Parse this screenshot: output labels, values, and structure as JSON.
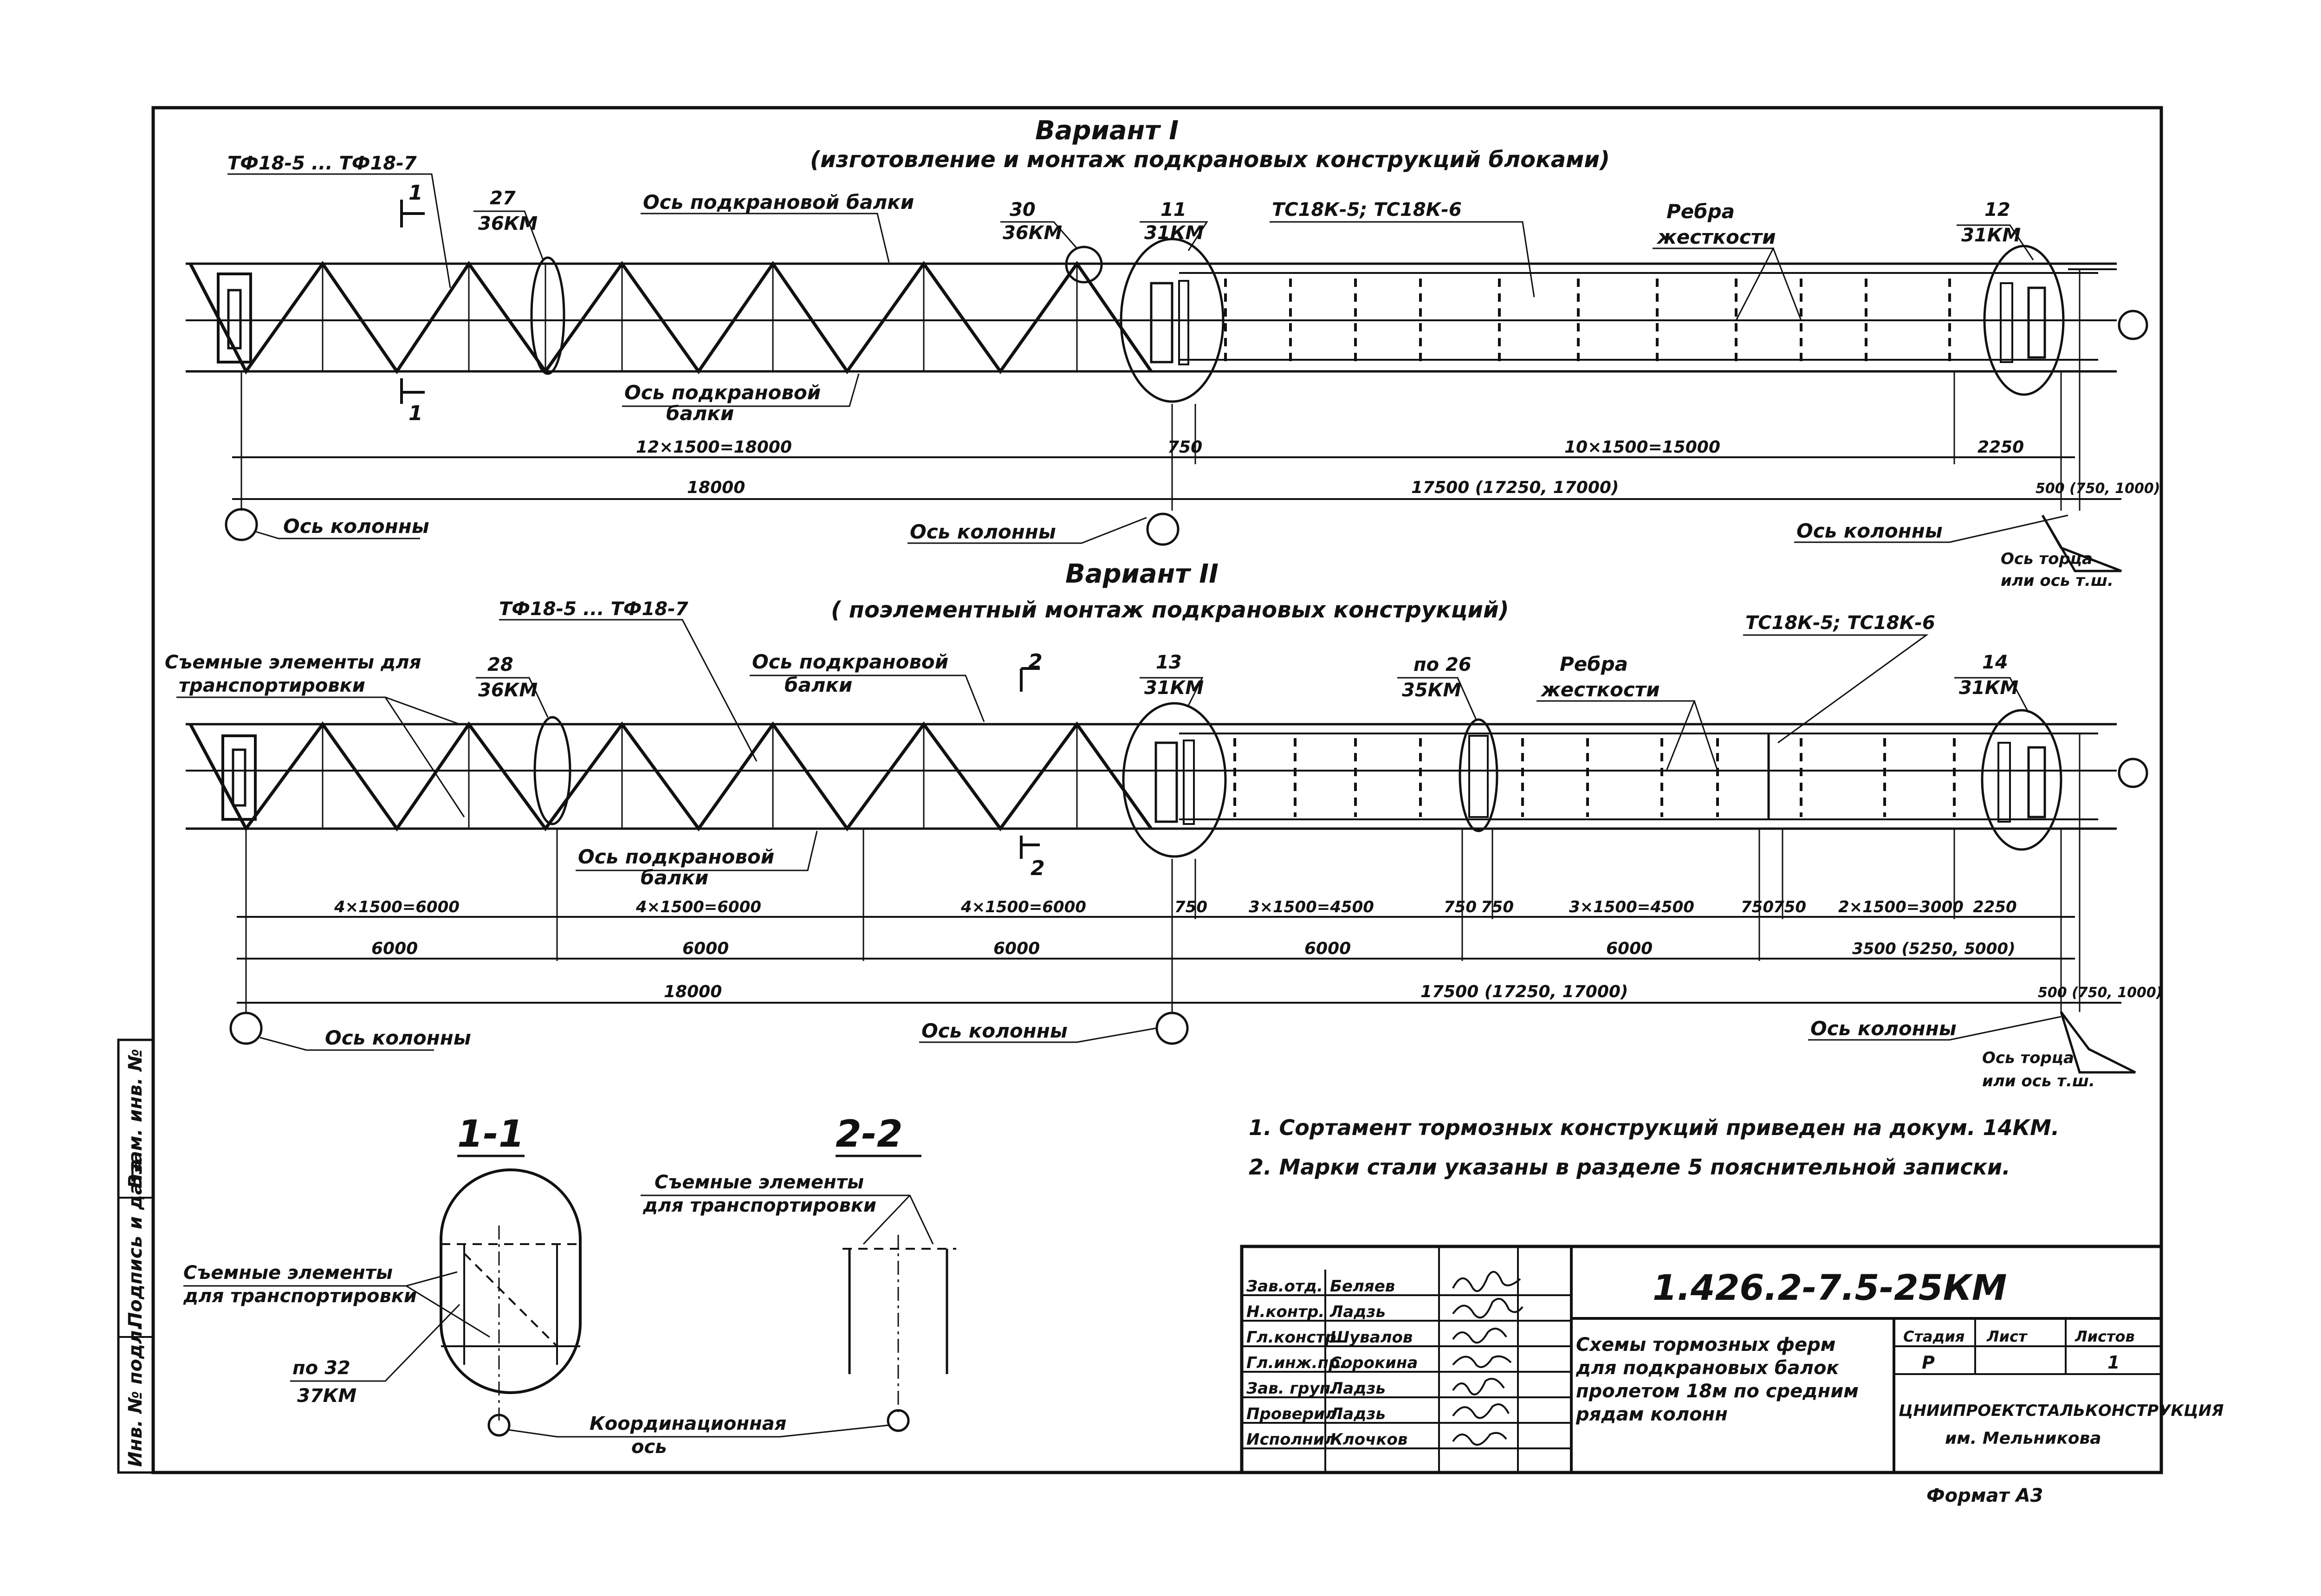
{
  "variant1": {
    "title": "Вариант I",
    "subtitle": "(изготовление и монтаж подкрановых конструкций блоками)",
    "truss_mark": "ТФ18-5 ... ТФ18-7",
    "section_mark": "1",
    "section_mark_bottom": "1",
    "node_27": "27",
    "node_27_doc": "36КМ",
    "node_30": "30",
    "node_30_doc": "36КМ",
    "node_11": "11",
    "node_11_doc": "31КМ",
    "node_12": "12",
    "node_12_doc": "31КМ",
    "beam_axis_top": "Ось подкрановой балки",
    "beam_axis_bottom_1": "Ось подкрановой",
    "beam_axis_bottom_2": "балки",
    "sheet_mark": "ТС18К-5; ТС18К-6",
    "ribs_1": "Ребра",
    "ribs_2": "жесткости",
    "dim_left_panels": "12×1500=18000",
    "dim_gap": "750",
    "dim_right_panels": "10×1500=15000",
    "dim_end": "2250",
    "dim_total_left": "18000",
    "dim_total_right": "17500 (17250, 17000)",
    "dim_end_offset": "500 (750, 1000)",
    "col_axis_1": "Ось колонны",
    "col_axis_2": "Ось колонны",
    "col_axis_3": "Ось колонны",
    "end_axis_1": "Ось торца",
    "end_axis_2": "или ось т.ш."
  },
  "variant2": {
    "title": "Вариант II",
    "subtitle": "( поэлементный монтаж подкрановых конструкций)",
    "truss_mark": "ТФ18-5 ... ТФ18-7",
    "removable_1": "Съемные элементы для",
    "removable_2": "транспортировки",
    "node_28": "28",
    "node_28_doc": "36КМ",
    "beam_axis_top_1": "Ось подкрановой",
    "beam_axis_top_2": "балки",
    "section_mark": "2",
    "section_mark_bottom": "2",
    "node_13": "13",
    "node_13_doc": "31КМ",
    "node_26": "по 26",
    "node_26_doc": "35КМ",
    "ribs_1": "Ребра",
    "ribs_2": "жесткости",
    "sheet_mark": "ТС18К-5; ТС18К-6",
    "node_14": "14",
    "node_14_doc": "31КМ",
    "beam_axis_bottom_1": "Ось подкрановой",
    "beam_axis_bottom_2": "балки",
    "dim_a": "4×1500=6000",
    "dim_b": "4×1500=6000",
    "dim_c": "4×1500=6000",
    "dim_d": "750",
    "dim_e": "3×1500=4500",
    "dim_f": "750",
    "dim_g": "750",
    "dim_h": "3×1500=4500",
    "dim_i": "750",
    "dim_j": "750",
    "dim_k": "2×1500=3000",
    "dim_l": "2250",
    "dim_m1": "6000",
    "dim_m2": "6000",
    "dim_m3": "6000",
    "dim_m4": "6000",
    "dim_m5": "6000",
    "dim_m6": "3500 (5250, 5000)",
    "dim_total_left": "18000",
    "dim_total_right": "17500 (17250, 17000)",
    "dim_end_offset": "500 (750, 1000)",
    "col_axis_1": "Ось колонны",
    "col_axis_2": "Ось колонны",
    "col_axis_3": "Ось колонны",
    "end_axis_1": "Ось торца",
    "end_axis_2": "или ось т.ш."
  },
  "sections": {
    "s1_title": "1-1",
    "s2_title": "2-2",
    "s1_removable_1": "Съемные элементы",
    "s1_removable_2": "для транспортировки",
    "s1_node": "по 32",
    "s1_node_doc": "37КМ",
    "s2_removable_1": "Съемные элементы",
    "s2_removable_2": "для транспортировки",
    "coord_axis_1": "Координационная",
    "coord_axis_2": "ось"
  },
  "notes": [
    "1. Сортамент тормозных конструкций приведен на докум. 14КМ.",
    "2. Марки стали указаны в разделе 5 пояснительной записки."
  ],
  "side_stamp": [
    "Инв. № подл.",
    "Подпись и дата",
    "Взам. инв. №"
  ],
  "title_block": {
    "doc_code": "1.426.2-7.5-25КМ",
    "roles": [
      "Зав.отд.",
      "Н.контр.",
      "Гл.констр.",
      "Гл.инж.пр.",
      "Зав. груп.",
      "Проверил",
      "Исполнил"
    ],
    "names": [
      "Беляев",
      "Ладзь",
      "Шувалов",
      "Сорокина",
      "Ладзь",
      "Ладзь",
      "Клочков"
    ],
    "description": [
      "Схемы тормозных ферм",
      "для подкрановых балок",
      "пролетом 18м по средним",
      "рядам колонн"
    ],
    "stage_label": "Стадия",
    "sheet_label": "Лист",
    "sheets_label": "Листов",
    "stage_value": "Р",
    "sheet_value": "",
    "sheets_value": "1",
    "org_1": "ЦНИИПРОЕКТСТАЛЬКОНСТРУКЦИЯ",
    "org_2": "им. Мельникова",
    "format": "Формат А3"
  }
}
